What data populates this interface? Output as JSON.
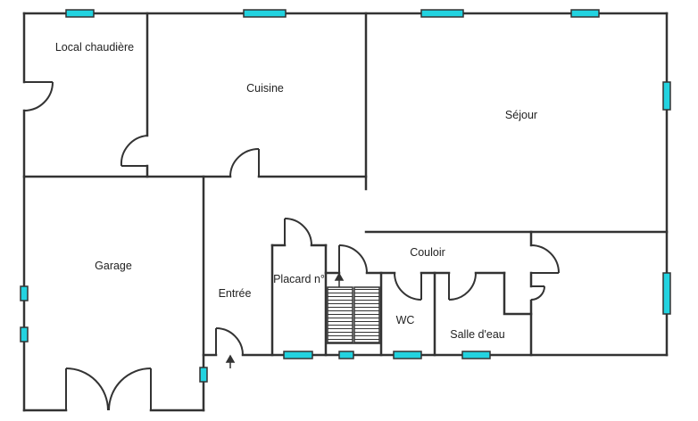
{
  "rooms": {
    "local_chaudiere": "Local chaudière",
    "cuisine": "Cuisine",
    "sejour": "Séjour",
    "garage": "Garage",
    "entree": "Entrée",
    "placard": "Placard n°",
    "couloir": "Couloir",
    "wc": "WC",
    "salle_deau": "Salle d'eau"
  },
  "colors": {
    "wall": "#333333",
    "window": "#22d3e0",
    "background": "#ffffff",
    "text": "#222222"
  },
  "icons": {
    "entry_arrow": "arrow-up-icon",
    "stairs_arrow": "arrow-up-icon"
  }
}
